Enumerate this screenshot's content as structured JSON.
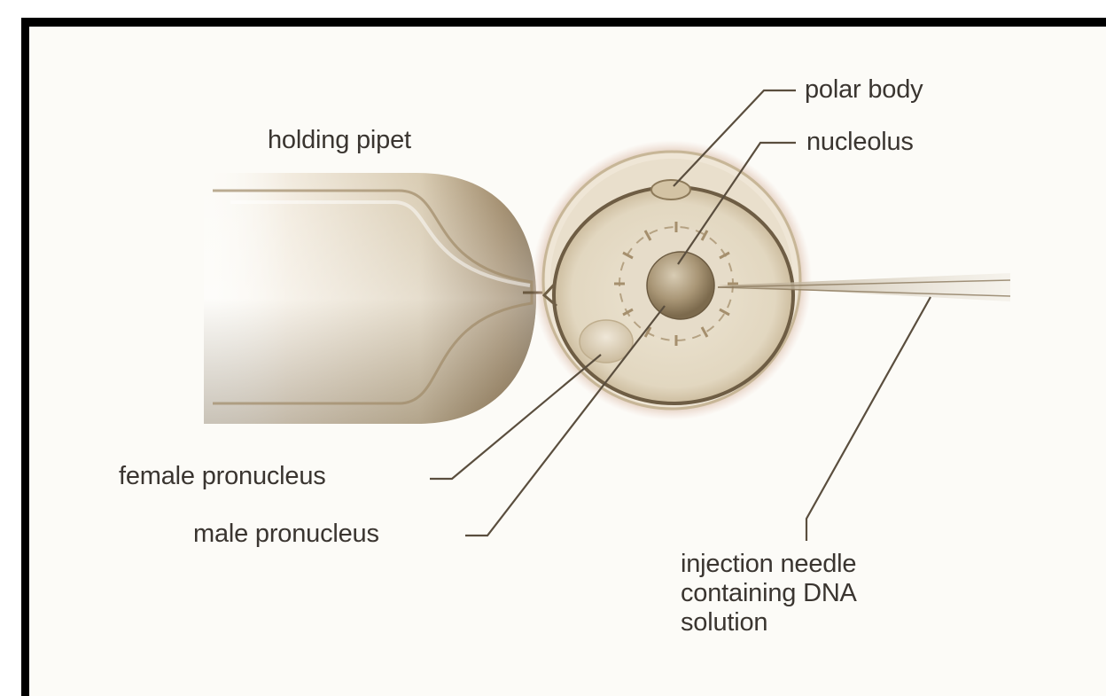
{
  "labels": {
    "holding_pipet": "holding pipet",
    "polar_body": "polar body",
    "nucleolus": "nucleolus",
    "female_pronucleus": "female pronucleus",
    "male_pronucleus": "male pronucleus",
    "injection_needle": [
      "injection needle",
      "containing DNA",
      "solution"
    ]
  },
  "colors": {
    "frame": "#000000",
    "background": "#fcfbf7",
    "pipet_dark": "#8a7455",
    "pipet_light": "#f8f2e6",
    "cell_fill": "#e6dcc8",
    "cell_outline": "#6e5d44",
    "leader_line": "#5a4e3e",
    "label_text": "#3a3530"
  }
}
